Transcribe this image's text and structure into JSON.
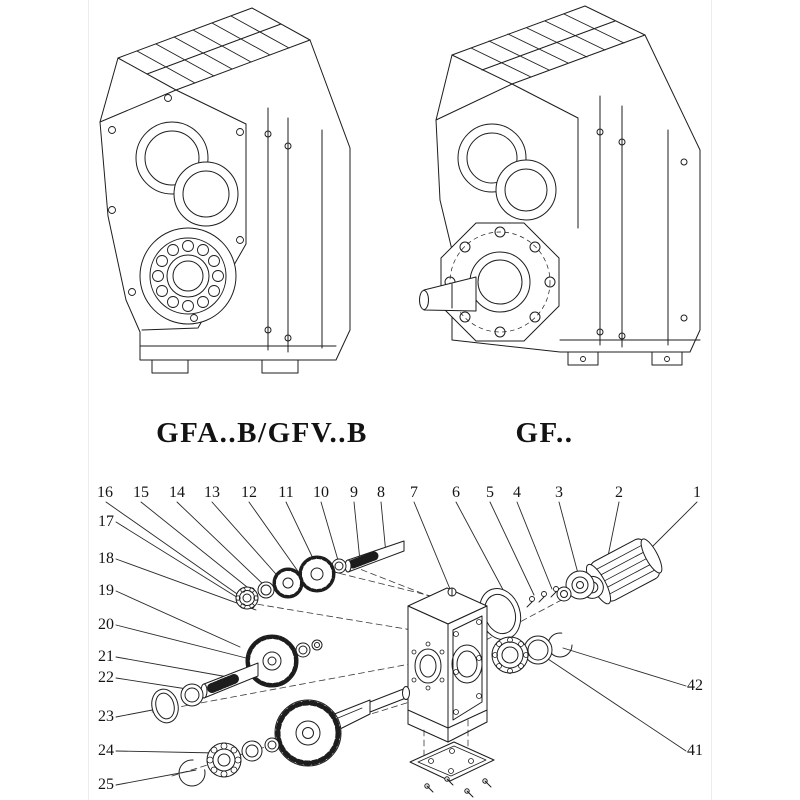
{
  "colors": {
    "background": "#ffffff",
    "line": "#1d1d1d",
    "construction_line": "#3a3a3a",
    "frame": "#ececec"
  },
  "models": {
    "left_label": "GFA..B/GFV..B",
    "right_label": "GF.."
  },
  "exploded": {
    "top_numbers": [
      "16",
      "15",
      "14",
      "13",
      "12",
      "11",
      "10",
      "9",
      "8",
      "7",
      "6",
      "5",
      "4",
      "3",
      "2",
      "1"
    ],
    "left_numbers": [
      "17",
      "18",
      "19",
      "20",
      "21",
      "22",
      "23",
      "24",
      "25"
    ],
    "right_numbers": [
      "42",
      "41"
    ]
  }
}
